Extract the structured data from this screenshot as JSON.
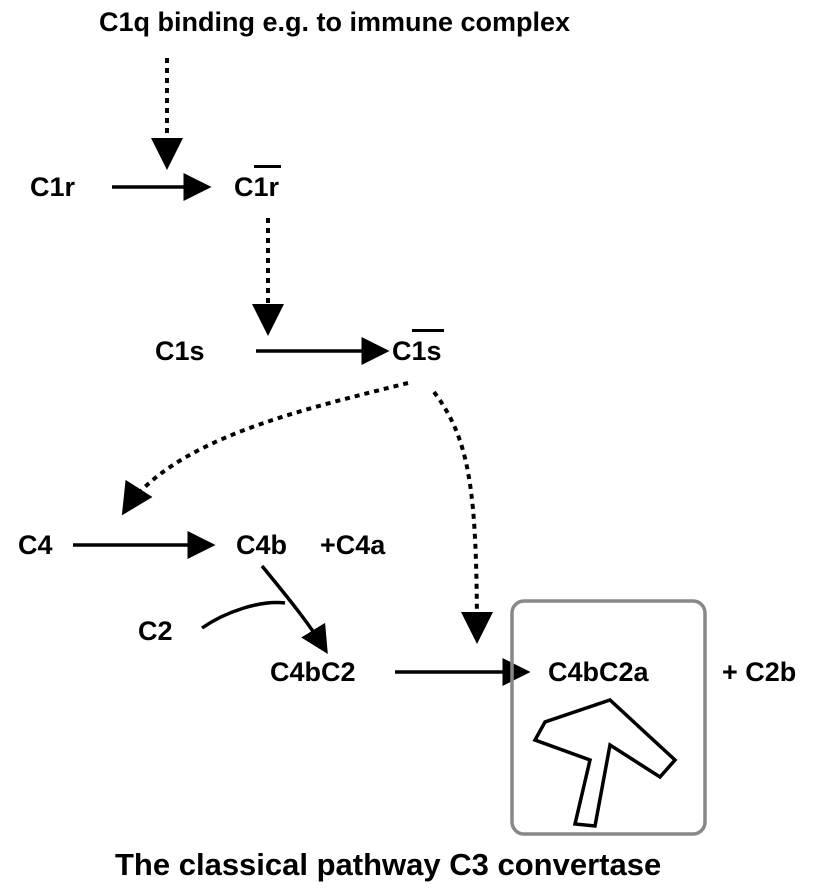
{
  "title": "C1q binding e.g. to immune complex",
  "nodes": {
    "c1r": "C1r",
    "c1r_active": {
      "prefix": "C",
      "bar": "1r"
    },
    "c1s": "C1s",
    "c1s_active": {
      "prefix": "C",
      "bar": "1s"
    },
    "c4": "C4",
    "c4b": "C4b",
    "c4a": "+C4a",
    "c2": "C2",
    "c4bc2": "C4bC2",
    "c4bc2a": "C4bC2a",
    "c2b": "+ C2b"
  },
  "caption": "The classical pathway C3 convertase",
  "colors": {
    "ink": "#000000",
    "box_border": "#888888"
  }
}
